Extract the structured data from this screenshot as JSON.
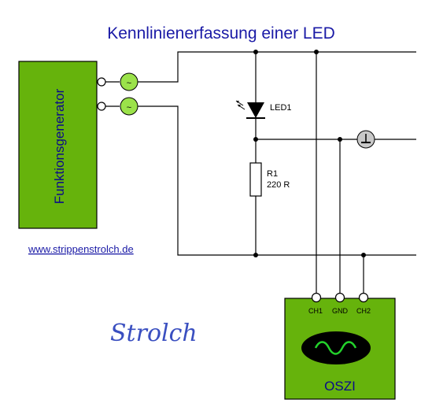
{
  "title": "Kennlinienerfassung einer LED",
  "generator": {
    "label": "Funktionsgenerator",
    "terminal_symbol": "~"
  },
  "components": {
    "led": {
      "label": "LED1"
    },
    "resistor": {
      "label_line1": "R1",
      "label_line2": "220 R"
    }
  },
  "oscilloscope": {
    "label": "OSZI",
    "channels": [
      "CH1",
      "GND",
      "CH2"
    ]
  },
  "link": {
    "text": "www.strippenstrolch.de"
  },
  "signature": "Strolch",
  "colors": {
    "component_fill": "#66b30c",
    "title": "#1a1aa6",
    "signal_green": "#23d12b"
  }
}
